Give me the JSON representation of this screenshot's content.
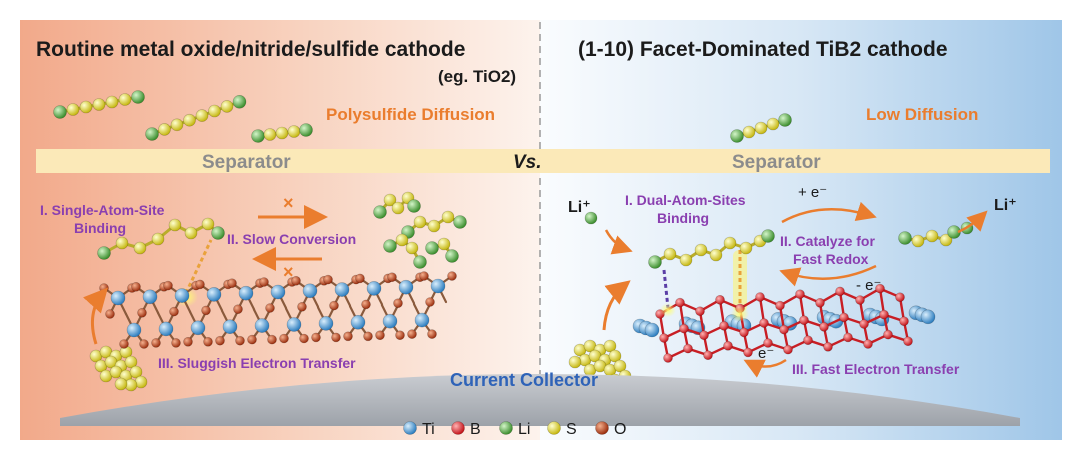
{
  "left": {
    "title": "Routine metal oxide/nitride/sulfide cathode",
    "subtitle": "(eg. TiO2)",
    "diffusion": "Polysulfide Diffusion",
    "separator": "Separator",
    "binding_line1": "I. Single-Atom-Site",
    "binding_line2": "Binding",
    "conversion": "II. Slow Conversion",
    "transfer": "III. Sluggish Electron Transfer",
    "cross_mark": "×"
  },
  "right": {
    "title": "(1-10) Facet-Dominated TiB2 cathode",
    "diffusion": "Low Diffusion",
    "separator": "Separator",
    "binding_line1": "I. Dual-Atom-Sites",
    "binding_line2": "Binding",
    "catalyze_line1": "II. Catalyze for",
    "catalyze_line2": "Fast Redox",
    "transfer": "III. Fast Electron Transfer",
    "li_in": "Li⁺",
    "li_out": "Li⁺",
    "e_gain": "+ e⁻",
    "e_loss": "- e⁻",
    "e_transfer": "e⁻"
  },
  "center": {
    "vs": "Vs.",
    "collector": "Current Collector"
  },
  "legend": [
    {
      "label": "Ti",
      "color": "#4a9bd6"
    },
    {
      "label": "B",
      "color": "#e0262b"
    },
    {
      "label": "Li",
      "color": "#58b148"
    },
    {
      "label": "S",
      "color": "#e5e02c"
    },
    {
      "label": "O",
      "color": "#c0471f"
    }
  ],
  "colors": {
    "purple": "#8a3fb0",
    "orange": "#ea7d2e",
    "gray": "#8c8c8c",
    "collector_text": "#2f63b8",
    "separator": "#fbe9b8"
  }
}
